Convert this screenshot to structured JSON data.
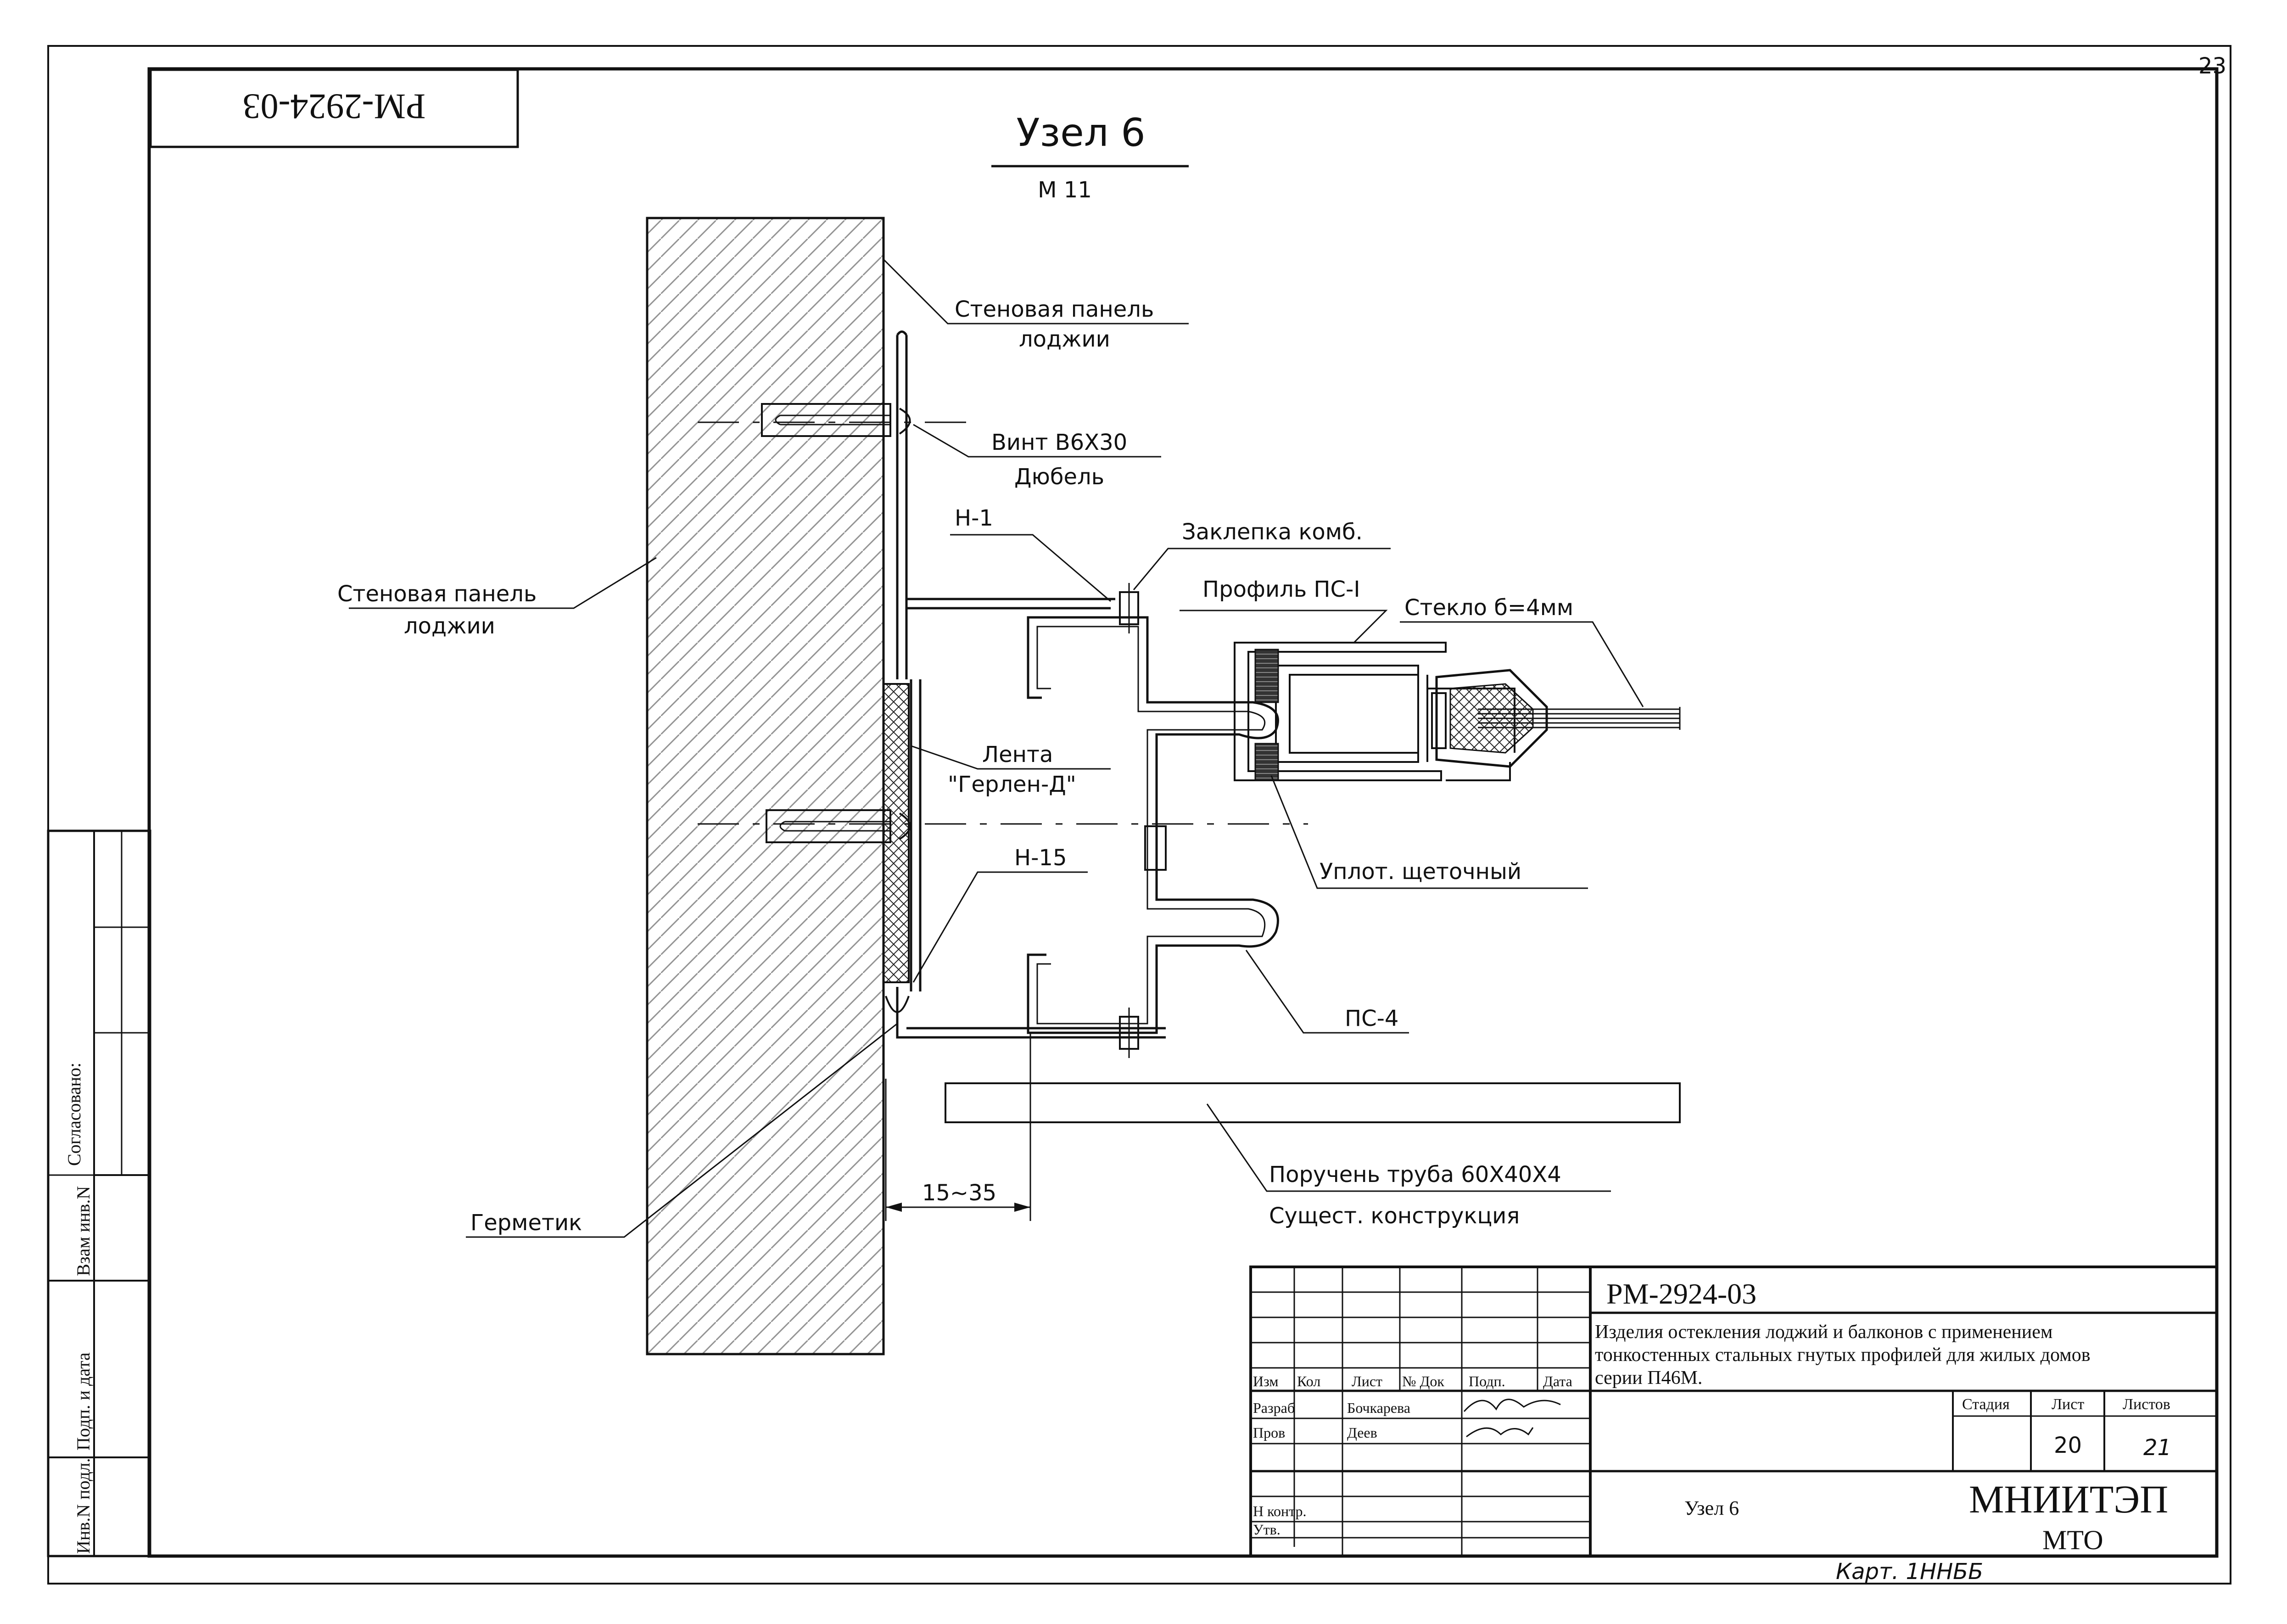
{
  "sheet": {
    "page_number": "23",
    "rotated_code": "РМ-2924-03"
  },
  "title": {
    "node": "Узел 6",
    "scale": "М 11"
  },
  "callouts": {
    "wall_panel_right_l1": "Стеновая панель",
    "wall_panel_right_l2": "лоджии",
    "screw": "Винт В6Х30",
    "dowel": "Дюбель",
    "h1": "Н-1",
    "rivet": "Заклепка комб.",
    "profile_ps1": "Профиль ПС-I",
    "glass": "Стекло б=4мм",
    "wall_panel_left_l1": "Стеновая панель",
    "wall_panel_left_l2": "лоджии",
    "tape_l1": "Лента",
    "tape_l2": "\"Герлен-Д\"",
    "h15": "Н-15",
    "brush_seal": "Уплот. щеточный",
    "ps4": "ПС-4",
    "handrail": "Поручень труба 60Х40Х4",
    "existing": "Сущест. конструкция",
    "gap_dim": "15~35",
    "sealant": "Герметик"
  },
  "side_stamp": {
    "agreed": "Согласовано:",
    "replace_inv": "Взам инв.N",
    "sign_date": "Подп. и дата",
    "inv_orig": "Инв.N подл."
  },
  "title_block": {
    "code": "РМ-2924-03",
    "description_l1": "Изделия остекления лоджий и балконов с применением",
    "description_l2": "тонкостенных стальных гнутых профилей для жилых домов",
    "description_l3": "серии П46М.",
    "col_izm": "Изм",
    "col_kol": "Кол",
    "col_list": "Лист",
    "col_ndok": "№ Док",
    "col_podp": "Подп.",
    "col_data": "Дата",
    "role_razrab": "Разраб",
    "role_prov": "Пров",
    "role_nkontr": "Н контр.",
    "role_utv": "Утв.",
    "name_razrab": "Бочкарева",
    "name_prov": "Деев",
    "stage_header": "Стадия",
    "sheet_header": "Лист",
    "sheets_header": "Листов",
    "sheet_value": "20",
    "sheets_value": "21",
    "subject": "Узел 6",
    "org": "МНИИТЭП",
    "org_sub": "МТО",
    "handwritten_note": "Карт. 1ННББ"
  }
}
